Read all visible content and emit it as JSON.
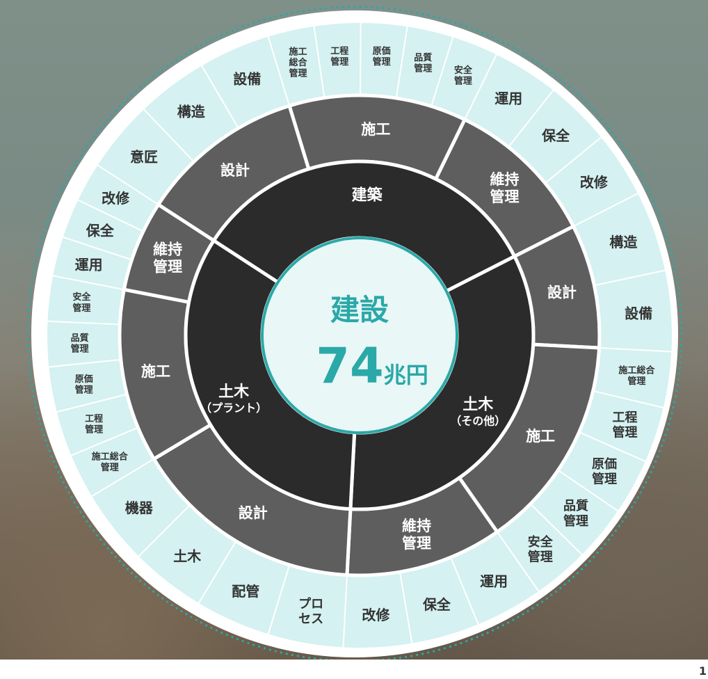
{
  "center": {
    "title": "建設",
    "value": "74",
    "unit": "兆円",
    "colors": {
      "accent": "#2ba8a8",
      "center_fill": "#e9f7f7"
    }
  },
  "sectors": [
    {
      "label": [
        "建築"
      ],
      "phases": [
        {
          "label": [
            "設計"
          ],
          "items": [
            [
              "意匠"
            ],
            [
              "構造"
            ],
            [
              "設備"
            ]
          ]
        },
        {
          "label": [
            "施工"
          ],
          "items": [
            [
              "施工",
              "総合",
              "管理"
            ],
            [
              "工程",
              "管理"
            ],
            [
              "原価",
              "管理"
            ],
            [
              "品質",
              "管理"
            ],
            [
              "安全",
              "管理"
            ]
          ]
        },
        {
          "label": [
            "維持",
            "管理"
          ],
          "items": [
            [
              "運用"
            ],
            [
              "保全"
            ],
            [
              "改修"
            ]
          ]
        }
      ]
    },
    {
      "label": [
        "土木",
        "（その他）"
      ],
      "phases": [
        {
          "label": [
            "設計"
          ],
          "items": [
            [
              "構造"
            ],
            [
              "設備"
            ]
          ]
        },
        {
          "label": [
            "施工"
          ],
          "items": [
            [
              "施工総合",
              "管理"
            ],
            [
              "工程",
              "管理"
            ],
            [
              "原価",
              "管理"
            ],
            [
              "品質",
              "管理"
            ],
            [
              "安全",
              "管理"
            ]
          ]
        },
        {
          "label": [
            "維持",
            "管理"
          ],
          "items": [
            [
              "運用"
            ],
            [
              "保全"
            ],
            [
              "改修"
            ]
          ]
        }
      ]
    },
    {
      "label": [
        "土木",
        "（プラント）"
      ],
      "phases": [
        {
          "label": [
            "設計"
          ],
          "items": [
            [
              "プロ",
              "セス"
            ],
            [
              "配管"
            ],
            [
              "土木"
            ],
            [
              "機器"
            ]
          ]
        },
        {
          "label": [
            "施工"
          ],
          "items": [
            [
              "施工総合",
              "管理"
            ],
            [
              "工程",
              "管理"
            ],
            [
              "原価",
              "管理"
            ],
            [
              "品質",
              "管理"
            ],
            [
              "安全",
              "管理"
            ]
          ]
        },
        {
          "label": [
            "維持",
            "管理"
          ],
          "items": [
            [
              "運用"
            ],
            [
              "保全"
            ],
            [
              "改修"
            ]
          ]
        }
      ]
    }
  ],
  "page_number": "1",
  "colors": {
    "sector_fill": "#2b2b2b",
    "phase_fill": "#5e5e5e",
    "item_fill": "#d5f1f1",
    "item_text": "#333333",
    "divider": "#ffffff",
    "dots": "#2ba8a8"
  }
}
